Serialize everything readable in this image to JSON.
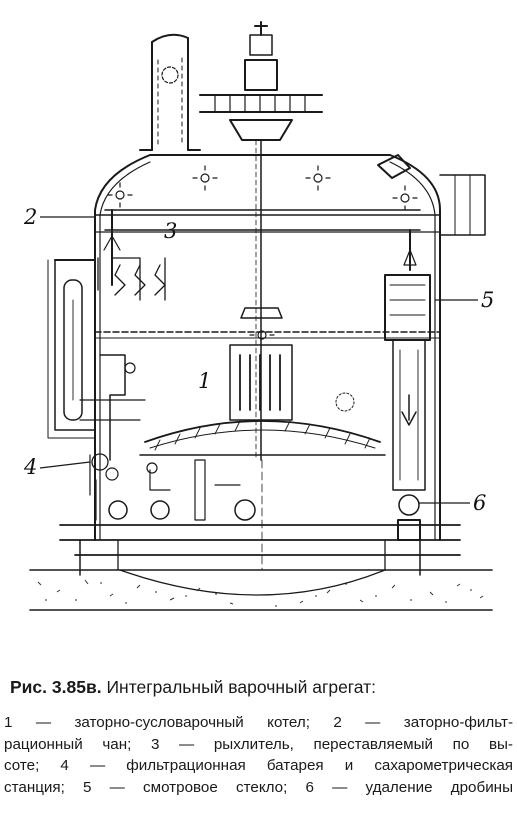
{
  "diagram": {
    "labels": {
      "l1": "1",
      "l2": "2",
      "l3": "3",
      "l4": "4",
      "l5": "5",
      "l6": "6"
    }
  },
  "caption": {
    "number": "Рис. 3.85в.",
    "title": "Интегральный варочный агрегат:"
  },
  "legend": {
    "lines": [
      "1 — заторно-сусловарочный котел; 2 — заторно-фильт-",
      "рационный чан; 3 — рыхлитель, переставляемый по вы-",
      "соте; 4 — фильтрационная батарея и сахарометрическая",
      "станция; 5 — смотровое стекло; 6 — удаление дробины"
    ]
  }
}
